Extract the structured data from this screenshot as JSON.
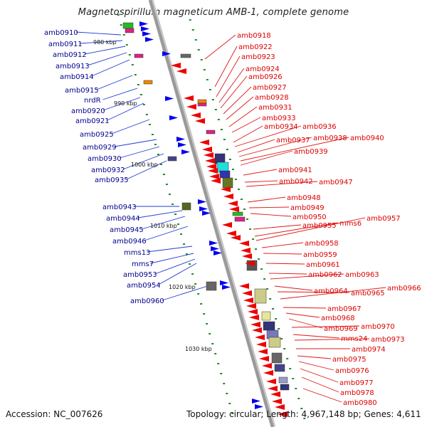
{
  "title": "Magnetospirillum magneticum AMB-1, complete genome",
  "footer": {
    "accession": "Accession: NC_007626",
    "topology": "Topology: circular; Length: 4,967,148 bp; Genes: 4,611"
  },
  "colors": {
    "left_label": "#00008b",
    "right_label": "#dd0000",
    "left_gene": "#0000ee",
    "right_gene": "#ee0000",
    "backbone": "#999999",
    "tick": "#228b22"
  },
  "scale_labels": [
    "980 kbp",
    "990 kbp",
    "1000 kbp",
    "1010 kbp",
    "1020 kbp",
    "1030 kbp"
  ],
  "left_labels": [
    "amb0910",
    "amb0911",
    "amb0912",
    "amb0913",
    "amb0914",
    "amb0915",
    "nrdR",
    "amb0920",
    "amb0921",
    "amb0925",
    "amb0929",
    "amb0930",
    "amb0932",
    "amb0935",
    "amb0943",
    "amb0944",
    "amb0945",
    "amb0946",
    "mms13",
    "mms7",
    "amb0953",
    "amb0954",
    "amb0960"
  ],
  "right_labels": [
    "amb0918",
    "amb0922",
    "amb0923",
    "amb0924",
    "amb0926",
    "amb0927",
    "amb0928",
    "amb0931",
    "amb0933",
    "amb0934",
    "amb0936",
    "amb0937",
    "amb0938",
    "amb0940",
    "amb0939",
    "amb0941",
    "amb0942",
    "amb0947",
    "amb0948",
    "amb0949",
    "amb0950",
    "amb0955",
    "mms6",
    "amb0957",
    "amb0958",
    "amb0959",
    "amb0961",
    "amb0962",
    "amb0963",
    "amb0964",
    "amb0965",
    "amb0966",
    "amb0967",
    "amb0968",
    "amb0969",
    "amb0970",
    "mms24",
    "amb0973",
    "amb0974",
    "amb0975",
    "amb0976",
    "amb0977",
    "amb0978",
    "amb0980"
  ]
}
